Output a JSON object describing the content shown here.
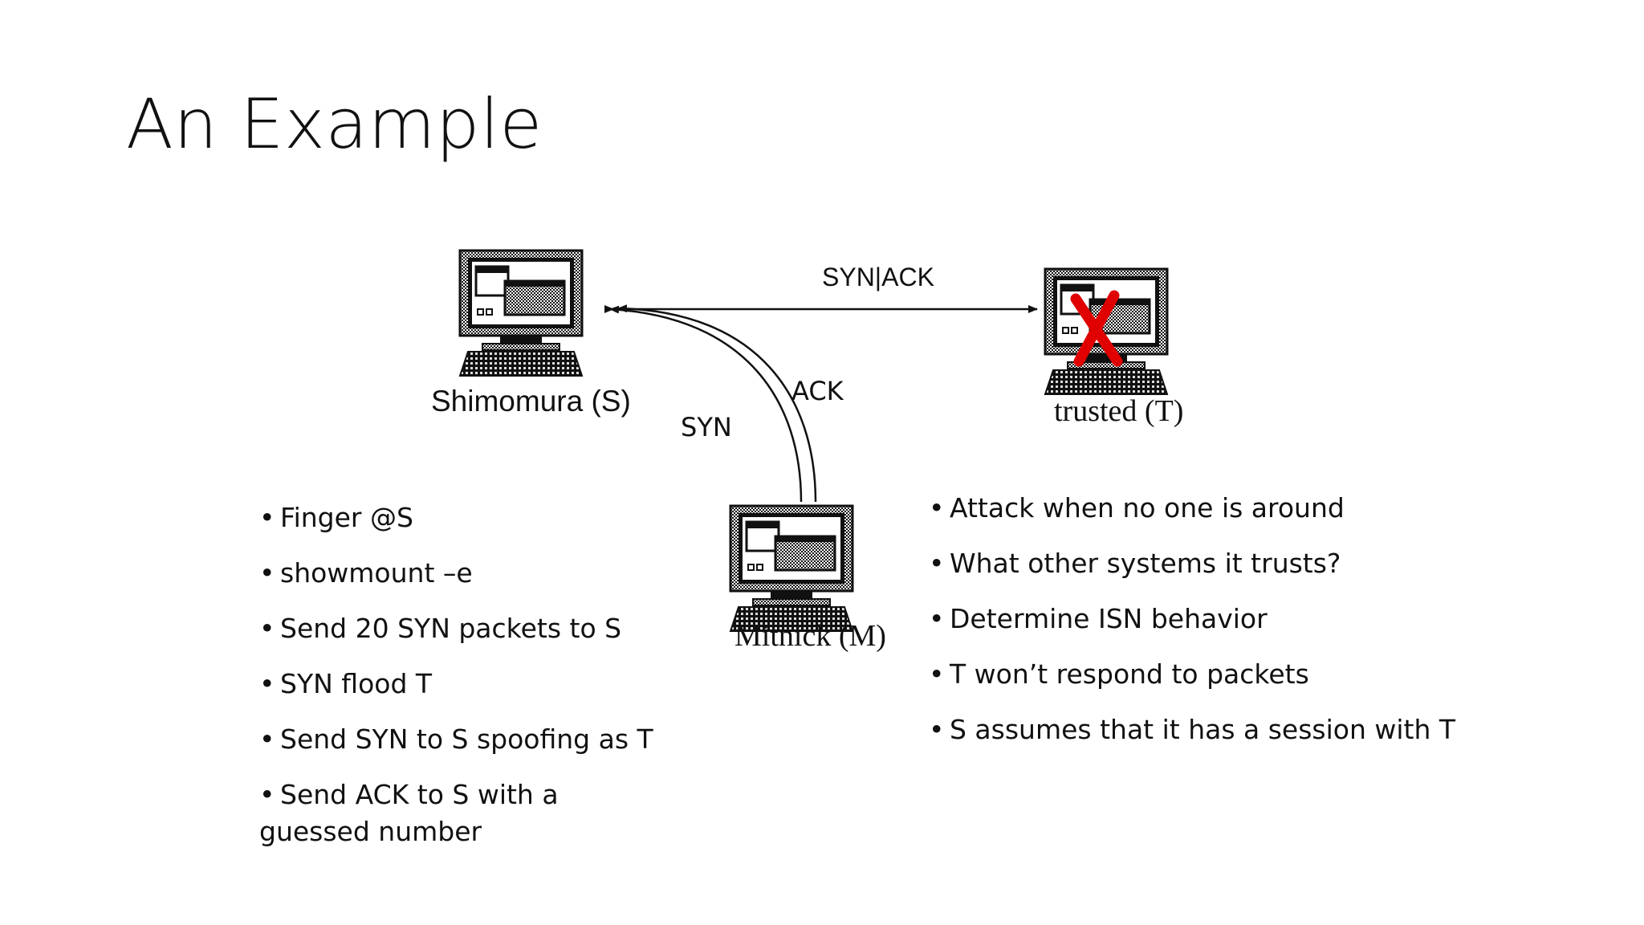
{
  "slide": {
    "title": "An Example"
  },
  "diagram": {
    "nodes": {
      "shimomura": {
        "label": "Shimomura (S)",
        "icon": "computer-icon"
      },
      "trusted": {
        "label": "trusted (T)",
        "icon": "computer-icon",
        "status_mark": "X",
        "status_color": "#e00000"
      },
      "mitnick": {
        "label": "Mitnick (M)",
        "icon": "computer-icon"
      }
    },
    "edges": {
      "synack": "SYN|ACK",
      "ack": "ACK",
      "syn": "SYN"
    }
  },
  "left_bullets": [
    "Finger @S",
    "showmount –e",
    "Send 20 SYN packets to S",
    "SYN flood T",
    "Send SYN to S spoofing as T",
    "Send ACK to S with a guessed number"
  ],
  "right_bullets": [
    "Attack when no one is around",
    "What other systems it trusts?",
    "Determine ISN behavior",
    "T won’t respond to packets",
    "S assumes that it has a session with T"
  ],
  "bullet_glyph": "•"
}
